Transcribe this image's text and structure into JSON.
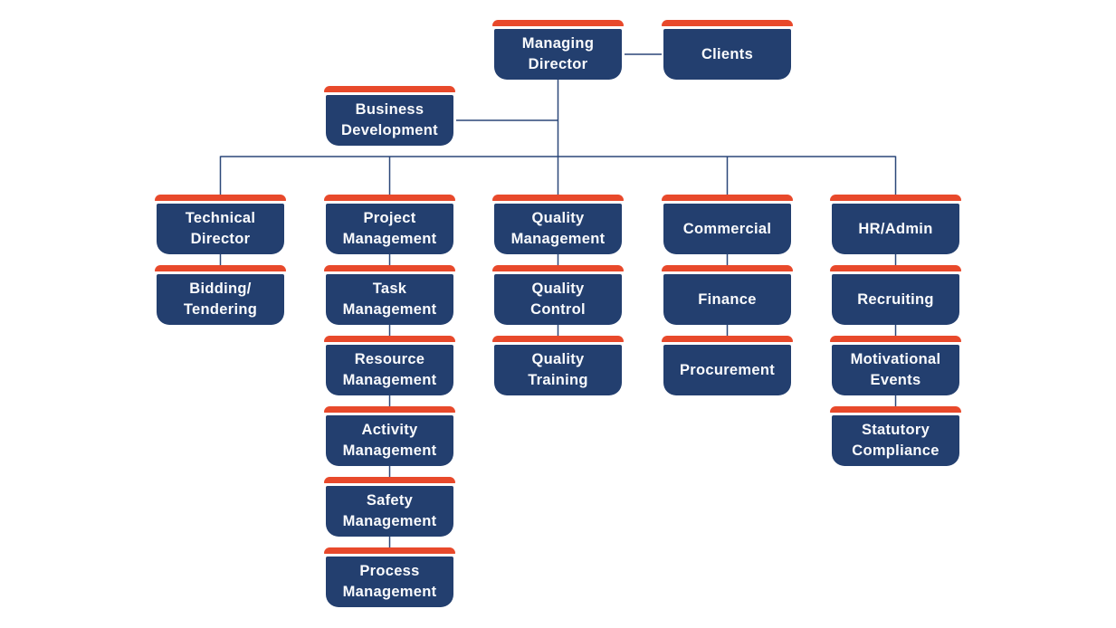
{
  "diagram": {
    "type": "org-chart",
    "colors": {
      "box_fill": "#233F6F",
      "accent_bar": "#E8492B",
      "connector_line": "#2B4778",
      "label_text": "#FFFFFF",
      "background": "#FFFFFF"
    },
    "nodes": {
      "managing_director": {
        "label": "Managing\nDirector"
      },
      "clients": {
        "label": "Clients"
      },
      "business_development": {
        "label": "Business\nDevelopment"
      },
      "technical_director": {
        "label": "Technical\nDirector"
      },
      "bidding_tendering": {
        "label": "Bidding/\nTendering"
      },
      "project_management": {
        "label": "Project\nManagement"
      },
      "task_management": {
        "label": "Task\nManagement"
      },
      "resource_management": {
        "label": "Resource\nManagement"
      },
      "activity_management": {
        "label": "Activity\nManagement"
      },
      "safety_management": {
        "label": "Safety\nManagement"
      },
      "process_management": {
        "label": "Process\nManagement"
      },
      "quality_management": {
        "label": "Quality\nManagement"
      },
      "quality_control": {
        "label": "Quality\nControl"
      },
      "quality_training": {
        "label": "Quality\nTraining"
      },
      "commercial": {
        "label": "Commercial"
      },
      "finance": {
        "label": "Finance"
      },
      "procurement": {
        "label": "Procurement"
      },
      "hr_admin": {
        "label": "HR/Admin"
      },
      "recruiting": {
        "label": "Recruiting"
      },
      "motivational_events": {
        "label": "Motivational\nEvents"
      },
      "statutory_compliance": {
        "label": "Statutory\nCompliance"
      }
    },
    "edges": [
      {
        "from": "managing_director",
        "to": "clients"
      },
      {
        "from": "managing_director",
        "to": "business_development"
      },
      {
        "from": "managing_director",
        "to": "technical_director"
      },
      {
        "from": "managing_director",
        "to": "project_management"
      },
      {
        "from": "managing_director",
        "to": "quality_management"
      },
      {
        "from": "managing_director",
        "to": "commercial"
      },
      {
        "from": "managing_director",
        "to": "hr_admin"
      },
      {
        "from": "technical_director",
        "to": "bidding_tendering"
      },
      {
        "from": "project_management",
        "to": "task_management"
      },
      {
        "from": "task_management",
        "to": "resource_management"
      },
      {
        "from": "resource_management",
        "to": "activity_management"
      },
      {
        "from": "activity_management",
        "to": "safety_management"
      },
      {
        "from": "safety_management",
        "to": "process_management"
      },
      {
        "from": "quality_management",
        "to": "quality_control"
      },
      {
        "from": "quality_control",
        "to": "quality_training"
      },
      {
        "from": "commercial",
        "to": "finance"
      },
      {
        "from": "finance",
        "to": "procurement"
      },
      {
        "from": "hr_admin",
        "to": "recruiting"
      },
      {
        "from": "recruiting",
        "to": "motivational_events"
      },
      {
        "from": "motivational_events",
        "to": "statutory_compliance"
      }
    ]
  }
}
